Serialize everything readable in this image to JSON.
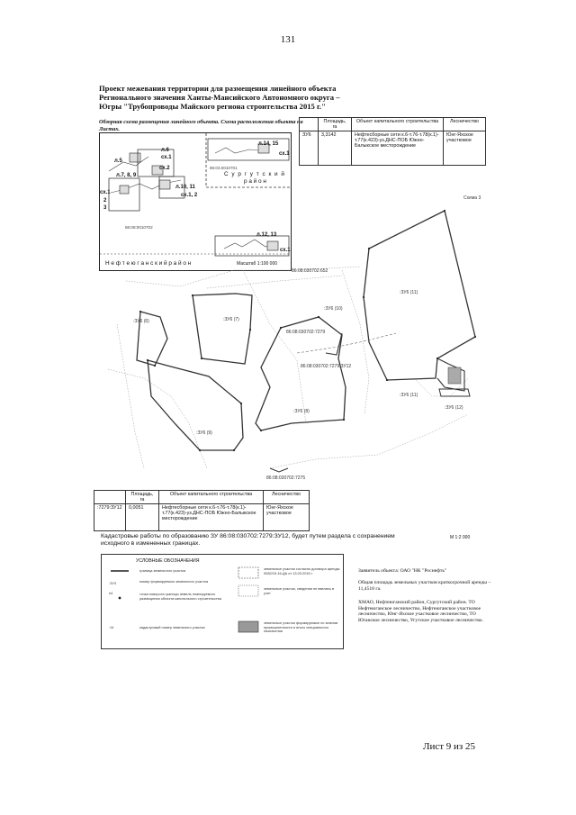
{
  "page_number": "131",
  "title": "Проект межевания территории для размещения линейного объекта Регионального значения Ханты-Мансийского Автономного округа – Югры \"Трубопроводы Майского региона строительства 2015 г.\"",
  "overview": {
    "caption": "Обзорная схема размещения линейного объекта. Схема расположения объекта на Листах.",
    "labels": [
      "л.6",
      "сх.1",
      "л.5",
      "сх.2",
      "л.7, 8, 9",
      "сх.1",
      "2",
      "3",
      "л.10, 11",
      "сх.1, 2",
      "л.14, 15",
      "сх.1",
      "л.12, 13",
      "сх.1"
    ],
    "district_surgut": "С у р г у т с к и й",
    "district_surgut_2": "р а й о н",
    "district_nefteyugansk": "Н е ф т е ю г а н с к и й   р а й о н",
    "cadastral_1": "86:03.0010701",
    "cadastral_2": "86:08:0010702",
    "scale": "Масштаб 1:100 000"
  },
  "top_table": {
    "headers": [
      "",
      "Площадь, га",
      "Объект капитального строительства",
      "Лесничество"
    ],
    "row": [
      "ЗУ6",
      "3,3142",
      "Нефтесборные сети к.6-т.76-т.78(к.1)-т.77(к.423)-уз.ДНС-ПОБ Южно-Балыкское месторождение",
      "Юнг-Яхское участковое"
    ]
  },
  "scheme_label": "Схема 3",
  "drawing_labels": {
    "zu6_11": ":ЗУ6 (11)",
    "zu6_7": ":ЗУ6 (7)",
    "zu6_6": ":ЗУ6 (6)",
    "zu6_8": ":ЗУ6 (8)",
    "zu6_9": ":ЗУ6 (9)",
    "zu6_11b": ":ЗУ6 (11)",
    "zu6_12": ":ЗУ6 (12)",
    "cad_a": "86:08:030702:7279",
    "cad_b": "86:08:030702:7279:ЗУ12",
    "cad_c": "86:08:030702:7275",
    "cad_d": "86:08:030702:652",
    "zu6_10": ":ЗУ6 (10)"
  },
  "bottom_table": {
    "headers": [
      "",
      "Площадь, га",
      "Объект капитального строительства",
      "Лесничество"
    ],
    "row": [
      ":7279:ЗУ12",
      "0,0051",
      "Нефтесборные сети к.6-т.76-т.78(к.1)-т.77(к.423)-уз.ДНС-ПОБ Южно-Балыкское месторождение",
      "Юнг-Яхское участковое"
    ]
  },
  "cadastral_note": "Кадастровые работы по образованию ЗУ 86:08:030702:7279:ЗУ12, будет путем раздела с сохранением исходного в измененных границах.",
  "drawing_scale": "М 1:2 000",
  "legend": {
    "title": "УСЛОВНЫЕ ОБОЗНАЧЕНИЯ",
    "items": [
      {
        "sym": "",
        "text": "граница земельного участка"
      },
      {
        "sym": ":ЗУ3",
        "text": "номер формируемого земельного участка"
      },
      {
        "sym": "н4",
        "text": "точка поворота границы земель планируемого размещения объекта капитального строительства"
      },
      {
        "sym": ":14",
        "text": "кадастровый номер земельного участка"
      },
      {
        "sym": "",
        "text": "земельные участки согласно договора аренды 0082/15-16-ДА от 13.03.2015 г"
      },
      {
        "sym": "",
        "text": "земельные участки, сведения не ввелись в учет"
      },
      {
        "sym": "",
        "text": "земельные участки формируемые по землям промышленности и иного специального назначения"
      }
    ]
  },
  "right_text": {
    "customer": "Заявитель объекта: ОАО \"НК \"Роснефть\"",
    "area": "Общая площадь земельных участков краткосрочной аренды – 11,4518 га.",
    "location": "ХМАО, Нефтеюганский район, Сургутский район. ТО Нефтеюганское лесничество, Нефтеюганское участковое лесничество, Юнг-Яхское участковое лесничество, ТО Юганское лесничество, Угутское участковое лесничество."
  },
  "sheet_label": "Лист 9 из 25"
}
